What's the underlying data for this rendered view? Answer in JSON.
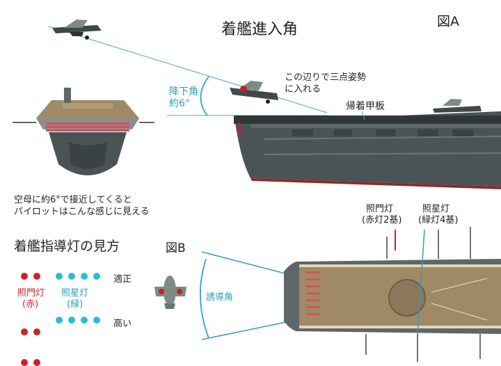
{
  "figA": {
    "title": "着艦進入角",
    "label": "図A",
    "angle_label_1": "降下角",
    "angle_label_2": "約6°",
    "note_line1": "この辺りで三点姿勢",
    "note_line2": "に入れる",
    "deck_label": "帰着甲板",
    "front_caption_1": "空母に約6°で接近してくると",
    "front_caption_2": "パイロットはこんな感じに見える"
  },
  "figB": {
    "title": "着艦指導灯の見方",
    "label": "図B",
    "red_light_1": "照門灯",
    "red_light_2": "(赤)",
    "green_light_1": "照星灯",
    "green_light_2": "(緑)",
    "row1": "適正",
    "row2": "高い",
    "angle_label": "誘導角",
    "top_red_1": "照門灯",
    "top_red_2": "(赤灯2基)",
    "top_green_1": "照星灯",
    "top_green_2": "(緑灯4基)"
  },
  "colors": {
    "angle_line": "#4aa6c8",
    "red_light": "#c9242c",
    "green_light": "#2bbcd6",
    "hull": "#4a5356",
    "deck": "#a08a66"
  }
}
